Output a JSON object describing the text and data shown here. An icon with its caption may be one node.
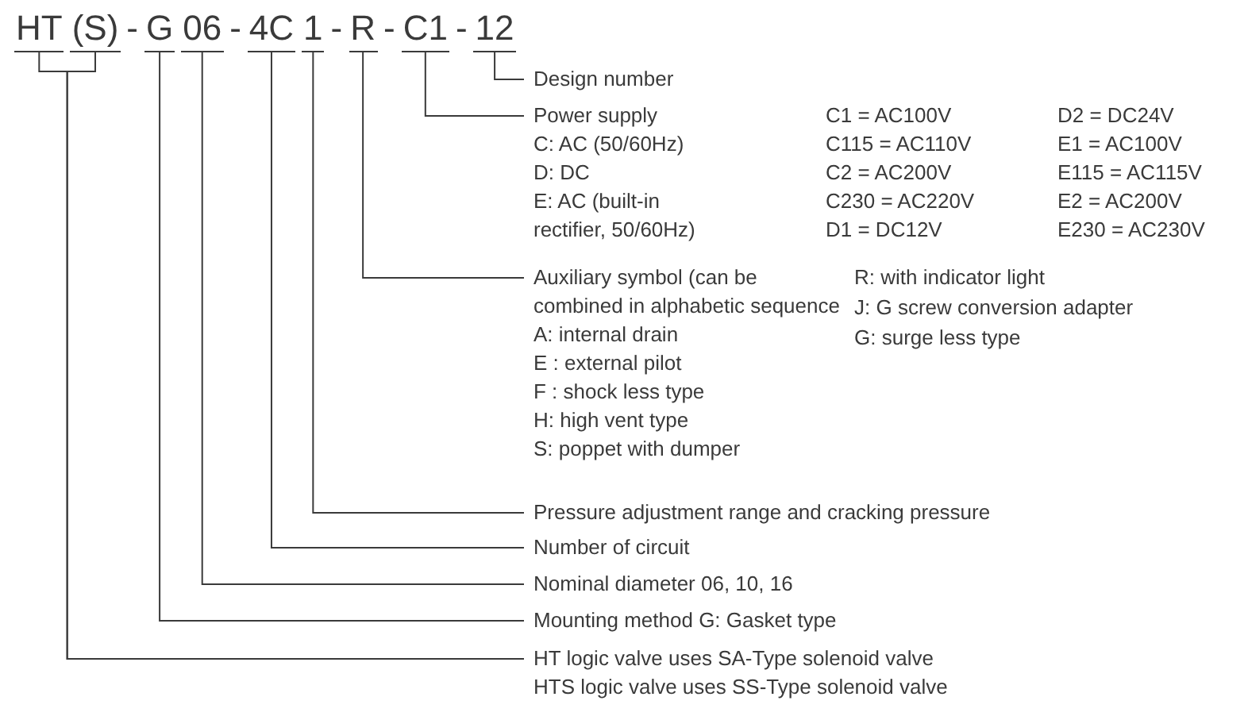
{
  "diagram": {
    "nodes": [
      {
        "text": [
          "HT"
        ]
      },
      {
        "text": [
          "(S)"
        ]
      },
      {
        "text": [
          "G"
        ]
      },
      {
        "text": [
          "06"
        ]
      },
      {
        "text": [
          "4C"
        ]
      },
      {
        "text": [
          "1"
        ]
      },
      {
        "text": [
          "R"
        ]
      },
      {
        "text": [
          "C1"
        ]
      },
      {
        "text": [
          "12"
        ]
      },
      {
        "text": [
          "Design number"
        ]
      },
      {
        "text": [
          "Power supply",
          "C: AC (50/60Hz)",
          "D: DC",
          "E: AC (built-in rectifier, 50/60Hz)"
        ]
      },
      {
        "text": [
          "Auxiliary symbol (can be combined in alphabetic sequence",
          "A: internal drain",
          "E : external pilot",
          "F : shock less type",
          "H: high vent type",
          "S: poppet with dumper"
        ]
      },
      {
        "text": [
          "Pressure adjustment range and cracking pressure"
        ]
      },
      {
        "text": [
          "Number of circuit"
        ]
      },
      {
        "text": [
          "Nominal diameter 06, 10, 16"
        ]
      },
      {
        "text": [
          "Mounting method G: Gasket type"
        ]
      },
      {
        "text": [
          "HT logic valve uses SA-Type solenoid valve",
          "HTS logic valve uses SS-Type solenoid  valve"
        ]
      }
    ],
    "edges": [
      {
        "from": 8,
        "to": 9,
        "arrow": "none"
      },
      {
        "from": 7,
        "to": 10,
        "arrow": "none"
      },
      {
        "from": 6,
        "to": 11,
        "arrow": "none"
      },
      {
        "from": 5,
        "to": 12,
        "arrow": "none"
      },
      {
        "from": 4,
        "to": 13,
        "arrow": "none"
      },
      {
        "from": 3,
        "to": 14,
        "arrow": "none"
      },
      {
        "from": 2,
        "to": 15,
        "arrow": "none"
      },
      {
        "from": 0,
        "to": 16,
        "arrow": "none"
      },
      {
        "from": 1,
        "to": 16,
        "arrow": "none"
      }
    ],
    "labels": [
      "-",
      "-",
      "-",
      "-",
      "-",
      "C1 = AC100V",
      "D2 = DC24V",
      "C115 = AC110V",
      "E1 = AC100V",
      "C2 = AC200V",
      "E115 = AC115V",
      "C230 = AC220V",
      "E2 = AC200V",
      "D1 = DC12V",
      "E230 = AC230V",
      "R: with indicator light",
      "J: G screw conversion adapter",
      "G: surge less type"
    ]
  }
}
